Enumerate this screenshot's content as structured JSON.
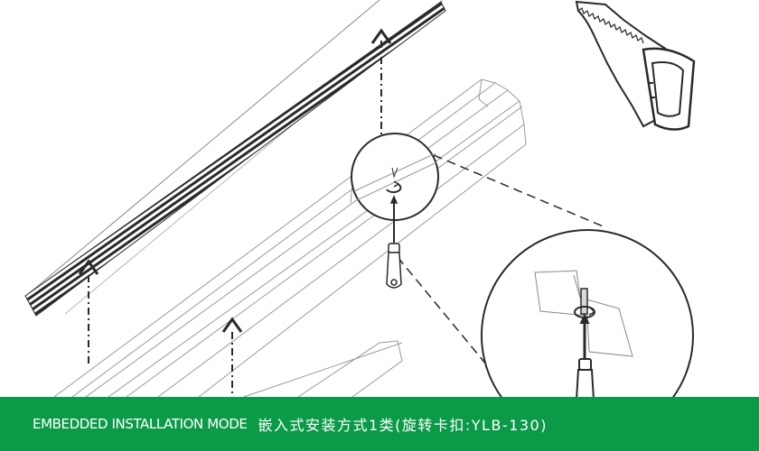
{
  "caption": {
    "english": "EMBEDDED INSTALLATION MODE",
    "chinese": "嵌入式安装方式1类(旋转卡扣:YLB-130)"
  },
  "colors": {
    "footer_background": "#0b9a48",
    "footer_text": "#ffffff",
    "line_art": "#2a2a2a",
    "light_line_art": "#9a9a9a"
  },
  "icons": [
    "up-arrow-icon",
    "handsaw-icon",
    "screwdriver-icon",
    "rotate-icon",
    "magnifier-callout"
  ]
}
